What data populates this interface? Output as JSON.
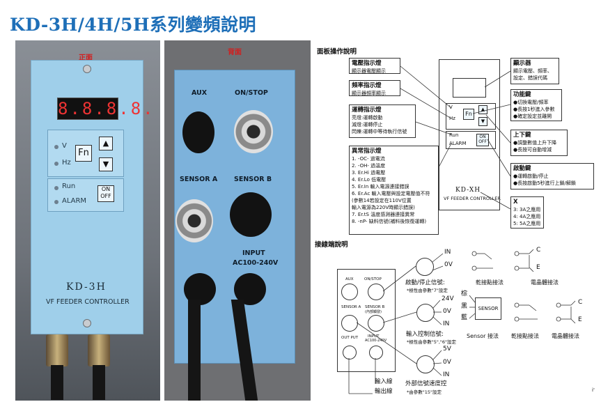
{
  "title": "KD-3H/4H/5H系列變頻說明",
  "front": {
    "label": "正面",
    "display": "8.8.8.8.",
    "v": "V",
    "hz": "Hz",
    "fn": "Fn",
    "up": "▲",
    "down": "▼",
    "run": "Run",
    "alarm": "ALARM",
    "on": "ON",
    "off": "OFF",
    "model": "KD-3H",
    "controller": "VF FEEDER CONTROLLER"
  },
  "back": {
    "label": "背面",
    "aux": "AUX",
    "onstop": "ON/STOP",
    "sensor_a": "SENSOR A",
    "sensor_b": "SENSOR B",
    "input": "INPUT",
    "ac": "AC100-240V"
  },
  "panel": {
    "heading": "面板操作說明",
    "voltage": {
      "title": "電壓指示燈",
      "text": "顯示器電壓顯示"
    },
    "freq": {
      "title": "頻率指示燈",
      "text": "顯示器頻率顯示"
    },
    "run": {
      "title": "運轉指示燈",
      "lines": [
        "亮燈:運轉啟動",
        "滅燈:運轉停止",
        "閃爍:運轉中等待執行信號"
      ]
    },
    "alarm": {
      "title": "異常指示燈",
      "lines": [
        "1. -OC- 過電流",
        "2. -OH- 過溫度",
        "3. Er.Hi 過電壓",
        "4. Er.Lo 低電壓",
        "5. Er.In 輸入電源連接錯誤",
        "6. Er.Ac 輸入電壓與設定電壓值不符",
        "(參數14若設定在110V位置",
        "輸入電源為220V時顯示錯誤)",
        "7. Er.tS 溫度感測器連接異常",
        "8. -nP- 缺料信號(補料後恢復運轉)"
      ]
    },
    "display": {
      "title": "顯示器",
      "lines": [
        "顯示電壓、頻率、",
        "設定、錯誤代碼"
      ]
    },
    "fn_key": {
      "title": "功能鍵",
      "lines": [
        "●切換電壓/頻率",
        "●長按1秒進入參數",
        "●確定設定並離開"
      ]
    },
    "updown": {
      "title": "上下鍵",
      "lines": [
        "●調整數值上升下降",
        "●長按可自動增減"
      ]
    },
    "start": {
      "title": "啟動鍵",
      "lines": [
        "●運轉啟動/停止",
        "●長按啟動5秒進行上鎖/解鎖"
      ]
    },
    "x": {
      "title": "X",
      "lines": [
        "3: 3A之應用",
        "4: 4A之應用",
        "5: 5A之應用"
      ]
    },
    "device": {
      "v": "V",
      "hz": "Hz",
      "fn": "Fn",
      "run": "Run",
      "alarm": "ALARM",
      "on": "ON",
      "off": "OFF",
      "model": "KD-XH",
      "controller": "VF FEEDER CONTROLLER"
    }
  },
  "wiring": {
    "heading": "接線端說明",
    "back": {
      "aux": "AUX",
      "onstop": "ON/STOP",
      "sensor_a": "SENSOR A",
      "sensor_b": "SENSOR B",
      "sensor_b2": "(內部觸發)",
      "output": "OUT PUT",
      "input": "INPUT",
      "ac": "AC100-240V"
    },
    "in1": "IN",
    "ov1": "0V",
    "start_stop": "啟動/停止信號:",
    "start_stop_note": "*極性由參數\"7\"設定",
    "dry_contact": "乾接點接法",
    "transistor": "電晶體接法",
    "v24": "24V",
    "ov2": "0V",
    "in2": "IN",
    "input_ctrl": "輸入控制信號:",
    "input_ctrl_note": "*極性由參數\"5\",\"6\"設定",
    "brown": "棕",
    "black": "黑",
    "blue": "藍",
    "sensor": "SENSOR",
    "sensor_wiring": "Sensor 接法",
    "dry_contact2": "乾接點接法",
    "transistor2": "電晶體接法",
    "v5": "5V",
    "ov3": "0V",
    "in3": "IN",
    "ext_speed": "外部信號速度控",
    "ext_speed_note": "*由參數\"15\"設定",
    "input_line": "輸入線",
    "output_line": "輸出線",
    "c": "C",
    "e": "E",
    "c2": "C",
    "e2": "E",
    "page_mark": "i'"
  }
}
